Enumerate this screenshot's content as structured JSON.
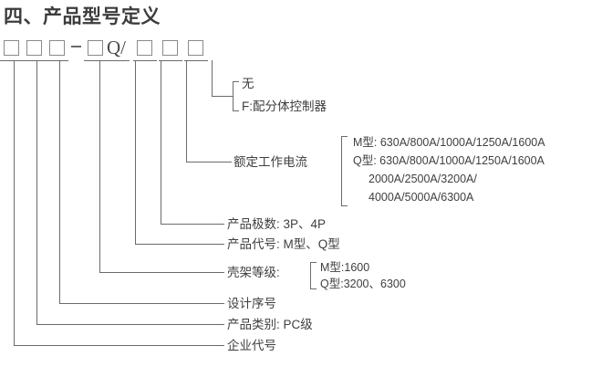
{
  "title": "四、产品型号定义",
  "model_code": {
    "boxes": [
      "",
      "",
      "",
      "",
      "",
      ""
    ],
    "separator": "–",
    "literal_q": "Q/"
  },
  "annotations": {
    "control_type": {
      "options": [
        "无",
        "F:配分体控制器"
      ]
    },
    "rated_current": {
      "label": "额定工作电流",
      "lines": [
        "M型: 630A/800A/1000A/1250A/1600A",
        "Q型: 630A/800A/1000A/1250A/1600A",
        "2000A/2500A/3200A/",
        "4000A/5000A/6300A"
      ]
    },
    "poles": "产品极数: 3P、4P",
    "product_code": "产品代号: M型、Q型",
    "frame_rating": {
      "label": "壳架等级:",
      "lines": [
        "M型:1600",
        "Q型:3200、6300"
      ]
    },
    "design_serial": "设计序号",
    "product_category": "产品类别: PC级",
    "enterprise_code": "企业代号"
  },
  "colors": {
    "line": "#6b6b6b",
    "text": "#3f3f3f",
    "title": "#3c3c3c"
  }
}
